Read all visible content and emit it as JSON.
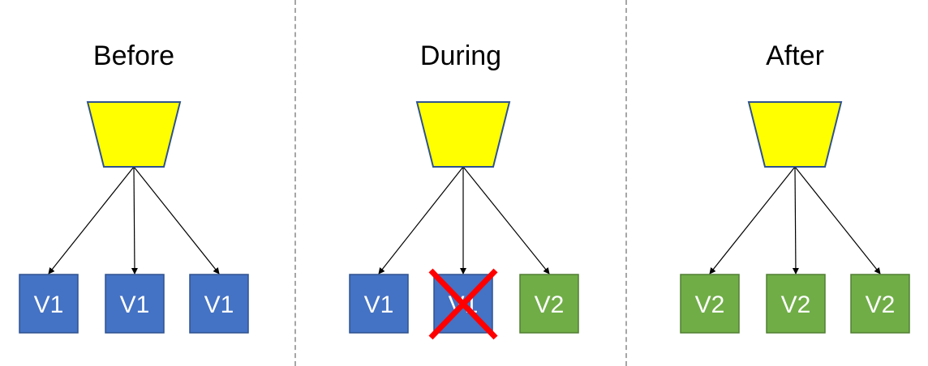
{
  "panels": [
    {
      "title": "Before",
      "nodes": [
        {
          "label": "V1",
          "version": "v1",
          "removed": false
        },
        {
          "label": "V1",
          "version": "v1",
          "removed": false
        },
        {
          "label": "V1",
          "version": "v1",
          "removed": false
        }
      ]
    },
    {
      "title": "During",
      "nodes": [
        {
          "label": "V1",
          "version": "v1",
          "removed": false
        },
        {
          "label": "V1",
          "version": "v1",
          "removed": true
        },
        {
          "label": "V2",
          "version": "v2",
          "removed": false
        }
      ]
    },
    {
      "title": "After",
      "nodes": [
        {
          "label": "V2",
          "version": "v2",
          "removed": false
        },
        {
          "label": "V2",
          "version": "v2",
          "removed": false
        },
        {
          "label": "V2",
          "version": "v2",
          "removed": false
        }
      ]
    }
  ],
  "colors": {
    "v1_fill": "#4472c4",
    "v1_stroke": "#2f528f",
    "v2_fill": "#70ad47",
    "v2_stroke": "#507e32",
    "balancer_fill": "#ffff00",
    "balancer_stroke": "#2f528f",
    "removed_mark": "#ff0000",
    "divider": "#a6a6a6",
    "arrow": "#000000"
  },
  "icons": {
    "balancer": "trapezoid-load-balancer-icon",
    "removed": "red-x-cross-icon"
  }
}
